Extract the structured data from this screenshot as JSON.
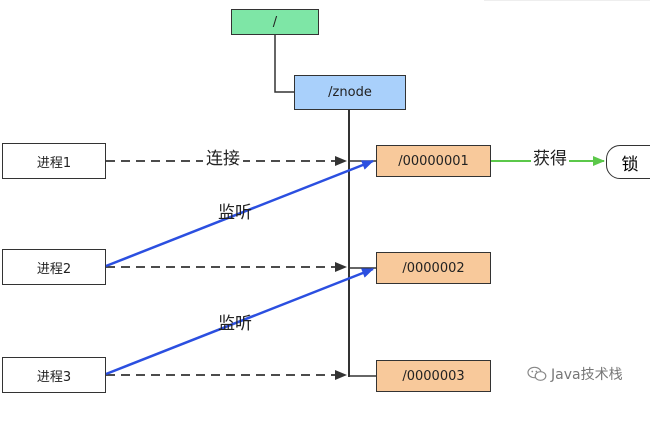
{
  "root_node": "/",
  "parent_node": "/znode",
  "processes": [
    "进程1",
    "进程2",
    "进程3"
  ],
  "child_nodes": [
    "/00000001",
    "/0000002",
    "/0000003"
  ],
  "edge_labels": {
    "connect": "连接",
    "watch_1": "监听",
    "watch_2": "监听",
    "acquire": "获得"
  },
  "lock": "锁",
  "watermark": "Java技术栈",
  "colors": {
    "root_fill": "#7ee6a6",
    "parent_fill": "#a9d0fb",
    "child_fill": "#f8c99b",
    "watch_arrow": "#2b4fe0",
    "acquire_arrow": "#5bc84a",
    "dashed_arrow": "#333333"
  }
}
